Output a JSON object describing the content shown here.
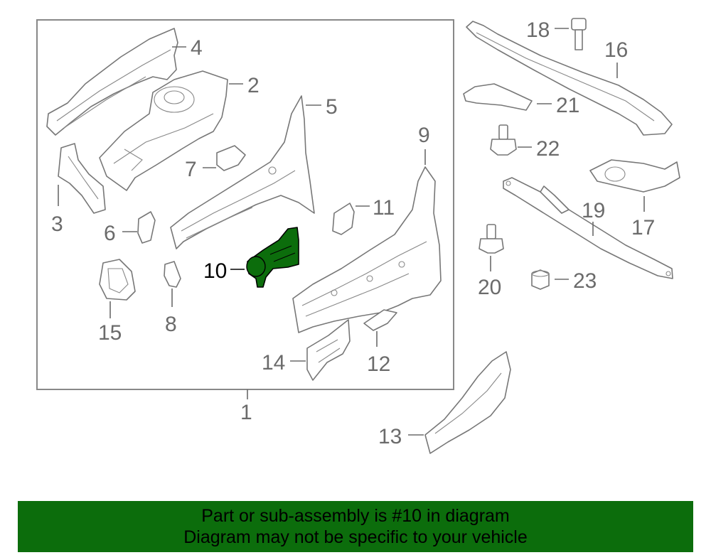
{
  "diagram": {
    "highlight_color": "#0c6d0c",
    "frame_callout": "1",
    "callouts": [
      {
        "id": "2",
        "text": "2"
      },
      {
        "id": "3",
        "text": "3"
      },
      {
        "id": "4",
        "text": "4"
      },
      {
        "id": "5",
        "text": "5"
      },
      {
        "id": "6",
        "text": "6"
      },
      {
        "id": "7",
        "text": "7"
      },
      {
        "id": "8",
        "text": "8"
      },
      {
        "id": "9",
        "text": "9"
      },
      {
        "id": "10",
        "text": "10"
      },
      {
        "id": "11",
        "text": "11"
      },
      {
        "id": "12",
        "text": "12"
      },
      {
        "id": "13",
        "text": "13"
      },
      {
        "id": "14",
        "text": "14"
      },
      {
        "id": "15",
        "text": "15"
      },
      {
        "id": "16",
        "text": "16"
      },
      {
        "id": "17",
        "text": "17"
      },
      {
        "id": "18",
        "text": "18"
      },
      {
        "id": "19",
        "text": "19"
      },
      {
        "id": "20",
        "text": "20"
      },
      {
        "id": "21",
        "text": "21"
      },
      {
        "id": "22",
        "text": "22"
      },
      {
        "id": "23",
        "text": "23"
      }
    ]
  },
  "banner": {
    "line1": "Part or sub-assembly is #10 in diagram",
    "line2": "Diagram may not be specific to your vehicle",
    "background": "#0c6d0c"
  }
}
